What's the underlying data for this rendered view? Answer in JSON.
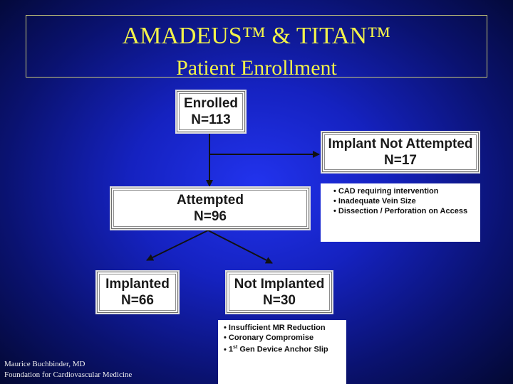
{
  "title": {
    "line1": "AMADEUS™ & TITAN™",
    "line2": "Patient Enrollment"
  },
  "nodes": {
    "enrolled": {
      "label": "Enrolled",
      "n": "N=113"
    },
    "not_attempted": {
      "label": "Implant Not Attempted",
      "n": "N=17"
    },
    "attempted": {
      "label": "Attempted",
      "n": "N=96"
    },
    "implanted": {
      "label": "Implanted",
      "n": "N=66"
    },
    "not_implanted": {
      "label": "Not Implanted",
      "n": "N=30"
    }
  },
  "notes": {
    "not_attempted_reasons": [
      "CAD requiring intervention",
      "Inadequate Vein Size",
      "Dissection / Perforation on Access"
    ],
    "not_implanted_reasons": {
      "r1": "Insufficient MR Reduction",
      "r2": "Coronary Compromise",
      "r3_num": "1",
      "r3_sup": "st",
      "r3_text": " Gen Device  Anchor Slip"
    }
  },
  "footer": {
    "line1": "Maurice Buchbinder, MD",
    "line2": "Foundation for Cardiovascular Medicine"
  },
  "colors": {
    "title": "#f2f24a",
    "background": "#1522c0",
    "arrow": "#111111"
  }
}
